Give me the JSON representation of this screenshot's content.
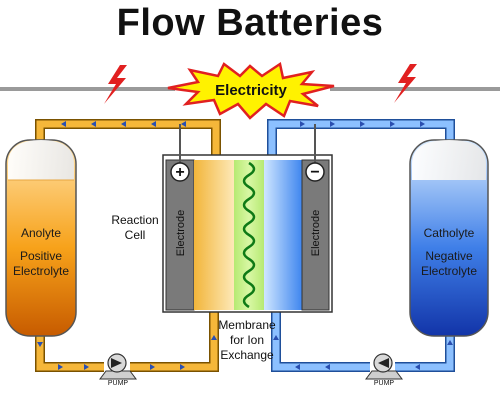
{
  "title": "Flow Batteries",
  "electricity_label": "Electricity",
  "reaction_cell_label": "Reaction Cell",
  "membrane_label": "Membrane for Ion Exchange",
  "electrode_label": "Electrode",
  "left_tank": {
    "name": "Anolyte",
    "desc": "Positive Electrolyte"
  },
  "right_tank": {
    "name": "Catholyte",
    "desc": "Negative Electrolyte"
  },
  "pump_label": "PUMP",
  "positive_symbol": "+",
  "negative_symbol": "−",
  "colors": {
    "anolyte_orange": "#f5a300",
    "catholyte_blue": "#5aa0ff",
    "membrane_green": "#22a32a",
    "electrode_gray": "#777777",
    "spark_yellow": "#ffec00",
    "bolt_red": "#e12020"
  }
}
